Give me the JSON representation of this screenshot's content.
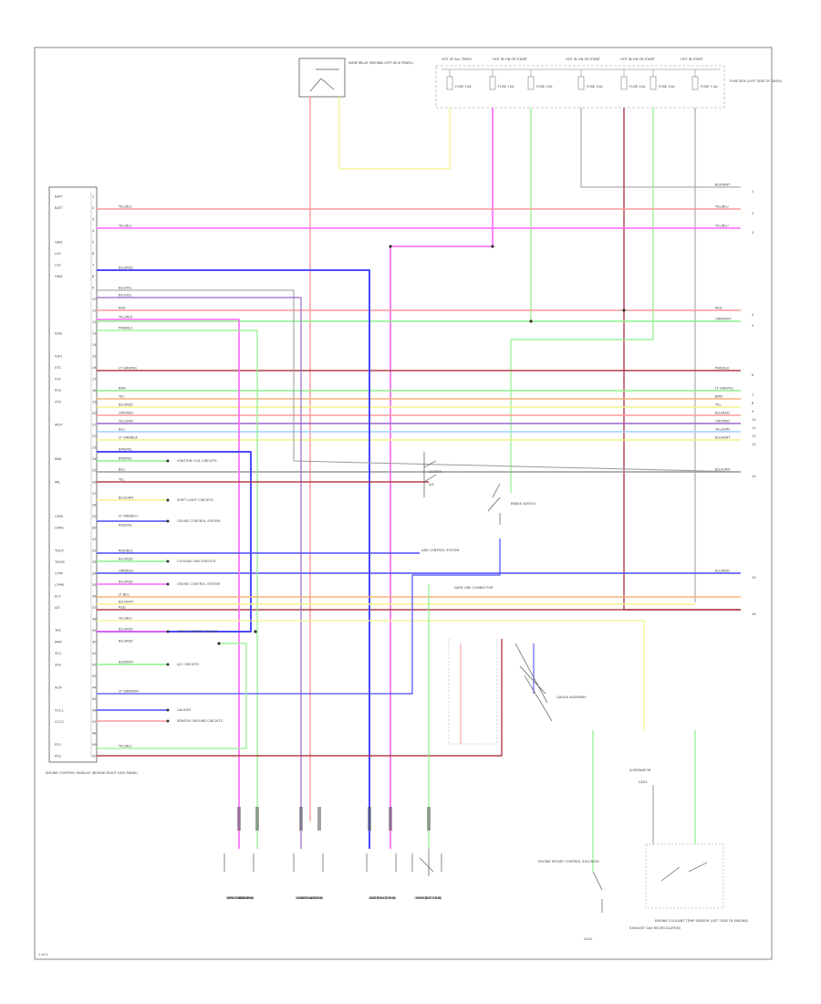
{
  "diagram": {
    "page_number": "1 of 3",
    "fuse_block_labels": [
      "HOT AT ALL TIMES",
      "HOT IN ON OR START",
      "HOT IN ON OR START",
      "HOT IN ON OR START",
      "HOT IN START"
    ],
    "fuse_labels": [
      "FUSE 15A",
      "FUSE 15A",
      "FUSE 10A",
      "FUSE 10A",
      "FUSE 10A",
      "FUSE 10A",
      "FUSE 7.5A"
    ],
    "fuse_box_note": "FUSE BOX (LEFT SIDE OF DASH)",
    "top_relay_label": "MAIN RELAY (BEHIND LEFT KICK PANEL)",
    "ecm_label": "ENGINE CONTROL MODULE (BEHIND RIGHT KICK PANEL)",
    "ecm_pins": [
      "BATT",
      "BATT",
      "",
      "",
      "GND",
      "LG1",
      "LG2",
      "GND",
      "",
      "",
      "",
      "",
      "IGN1",
      "",
      "IGP1",
      "STS",
      "FLR",
      "PCS",
      "VTS",
      "",
      "IACV",
      "",
      "",
      "KNK",
      "",
      "MIL",
      "",
      "",
      "CKPS",
      "CKPG",
      "",
      "TDCP",
      "TDCM",
      "CYPP",
      "CYPM",
      "ECT",
      "IAT",
      "",
      "TPS",
      "MAP",
      "SG1",
      "SG2",
      "",
      "ALTF",
      "",
      "VCC1",
      "VCC2",
      "",
      "PG1",
      "PG2"
    ],
    "right_terminals": [
      "1",
      "2",
      "3",
      "4",
      "5",
      "6",
      "7",
      "8",
      "9",
      "10",
      "11",
      "12",
      "13",
      "14",
      "15",
      "16"
    ],
    "right_wire_labels": [
      "BLK/WHT",
      "YEL/BLU",
      "YEL/BLU",
      "RED",
      "GRN/WHT",
      "PNK/BLU",
      "LT GRN/YEL",
      "BRN",
      "YEL",
      "BLU/RED",
      "GRY/RED",
      "YEL/GRN",
      "BLU/WHT",
      "BLU/GRN",
      "BLU/RED"
    ],
    "left_wire_labels": [
      "YEL/BLU",
      "YEL/BLU",
      "BLU/RED",
      "BLU/YEL",
      "BLU/YEL",
      "RED",
      "YEL/RED",
      "PNK/BLU",
      "LT GRN/YEL",
      "BRN",
      "YEL",
      "BLU/RED",
      "GRY/RED",
      "YEL/GRN",
      "BLU",
      "LT GRN/BLK",
      "BRN/YEL",
      "BRN/YEL",
      "BLU",
      "YEL",
      "BLU/GRN",
      "LT GRN/BLU",
      "RED/YEL",
      "RED/BLK",
      "BLU/RED",
      "GRN/BLU",
      "BLU/RED",
      "LT BLU",
      "BLU/WHT",
      "RED",
      "YEL/BLU",
      "BLU/RED",
      "BLU/RED",
      "BLK/WHT",
      "LT GRN/WHT",
      "YEL/BLU"
    ],
    "mid_labels": {
      "ignition_coil": "IGNITION COIL CIRCUITS",
      "shift_light": "SHIFT LIGHT CIRCUITS",
      "cruise1": "CRUISE CONTROL SYSTEM",
      "cruise2": "CRUISE CONTROL SYSTEM",
      "vss": "VEHICLE SPEED SENSOR",
      "speedo": "GAUGES",
      "cooling": "COOLING FAN CIRCUITS",
      "ac": "A/C CIRCUITS",
      "abs": "ABS CONTROL SYSTEM",
      "sensor": "SENSOR GROUND CIRCUITS",
      "datalink": "DATA LINK CONNECTOR",
      "brake_switch": "BRAKE SWITCH",
      "gauge": "GAUGE ASSEMBLY",
      "switch_label": "CLUTCH",
      "ac_label": "A/C",
      "engine_mount": "ENGINE MOUNT CONTROL SOLENOID",
      "alt": "ALTERNATOR",
      "alternator_bot": "EXHAUST GAS RECIRCULATION"
    },
    "bottom_components": [
      "EVAP PURGE FLOW SWITCH (BEHIND RIGHT SIDE OF ENGINE)",
      "EVAP CANISTER PURGE VALVE (LEFT SIDE OF ENGINE)",
      "CYLINDER POSITION SENSOR (TOP OF ENGINE)",
      "OXYGEN SENSOR (RIGHT FRONT OF ENGINE)",
      "FUEL INJECTORS (RIGHT SIDE OF ENGINE)",
      "IAC VALVE (LEFT SIDE OF ENGINE)",
      "ALTERNATOR (LEFT FRONT OF ENGINE)"
    ],
    "bottom_right_labels": {
      "gnd1": "G101",
      "gnd2": "G201",
      "temp_sensor": "ENGINE COOLANT TEMP SENSOR (LEFT SIDE OF ENGINE)"
    },
    "colors": {
      "red": "#ff9a9a",
      "pink": "#ff66ff",
      "blue": "#4a4aff",
      "green": "#8cf08c",
      "yellow": "#f3f38a",
      "gray": "#9a9a9a",
      "darkred": "#b0404a",
      "orange": "#f3b37a",
      "purple": "#9966cc",
      "cyan": "#9ad0ff"
    }
  }
}
